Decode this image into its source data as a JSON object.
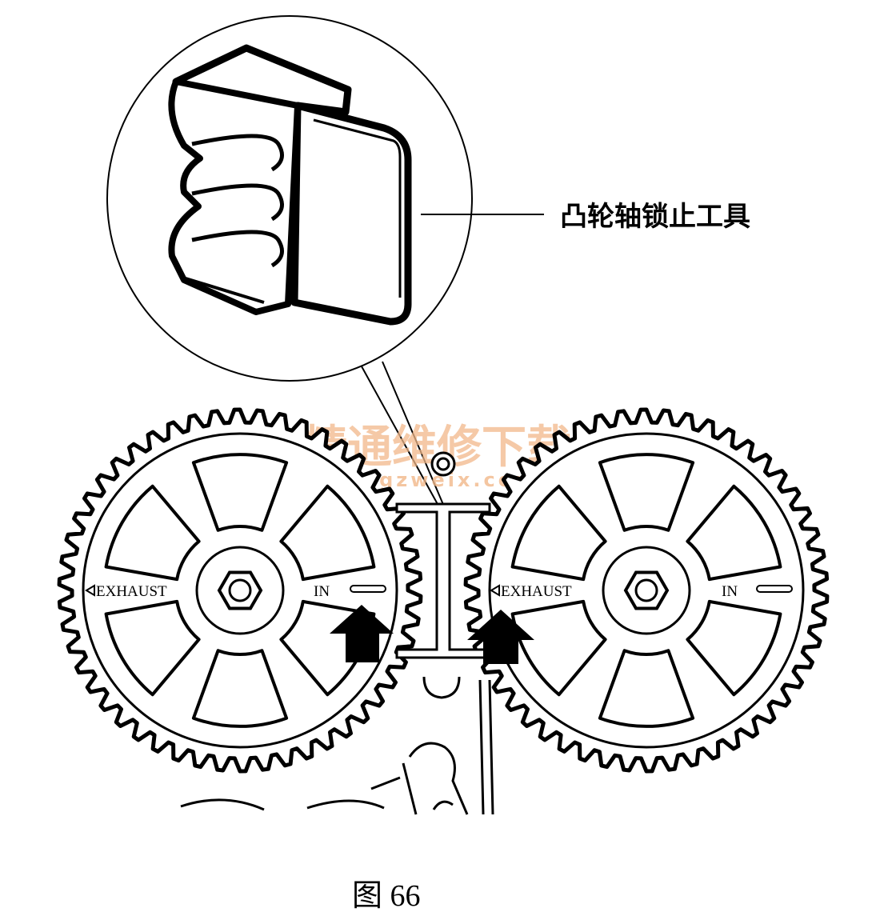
{
  "callout": {
    "label": "凸轮轴锁止工具"
  },
  "gears": [
    {
      "name": "left-camshaft-gear",
      "exhaust_mark": "EXHAUST",
      "intake_mark": "IN"
    },
    {
      "name": "right-camshaft-gear",
      "exhaust_mark": "EXHAUST",
      "intake_mark": "IN"
    }
  ],
  "watermark": {
    "text_cn": "精通维修下载",
    "url": "www.gzweix.com"
  },
  "caption": "图 66",
  "icons": [
    "arrow-up-icon",
    "arrow-up-icon",
    "hex-bolt-icon",
    "hex-bolt-icon",
    "triangle-marker-icon"
  ]
}
